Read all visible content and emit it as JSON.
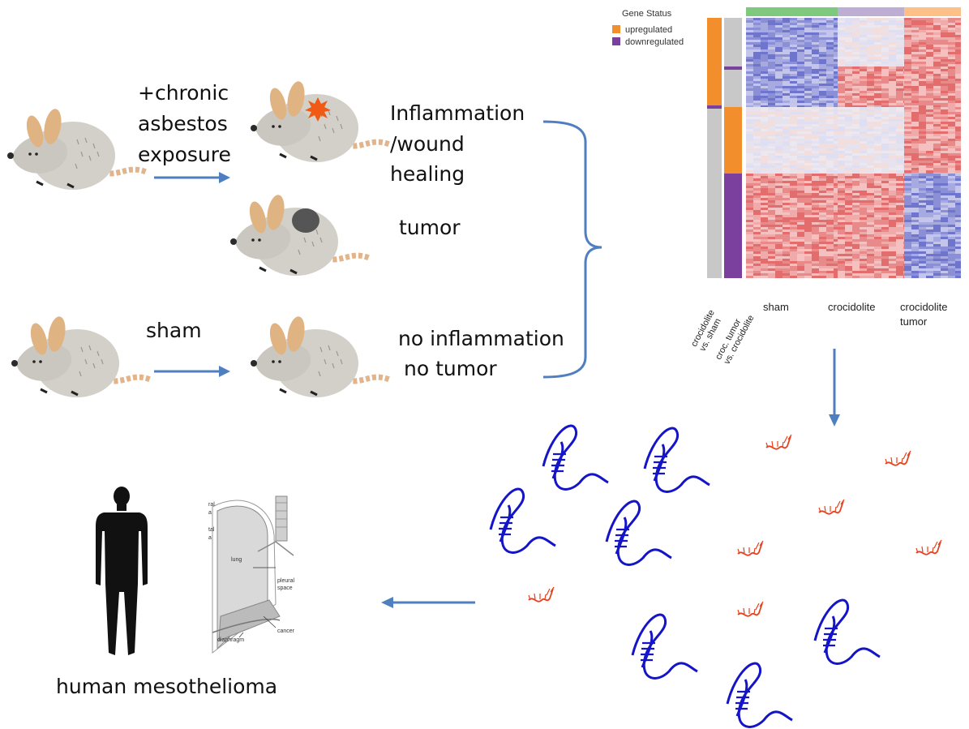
{
  "mouse_labels": {
    "exposure_line1": "+chronic",
    "exposure_line2": "asbestos",
    "exposure_line3": "exposure",
    "sham": "sham"
  },
  "outcomes": {
    "inflammation_line1": "Inflammation",
    "inflammation_line2": "/wound",
    "inflammation_line3": "healing",
    "tumor": "tumor",
    "none_line1": "no inflammation",
    "none_line2": "no tumor"
  },
  "heatmap": {
    "legend_title": "Gene Status",
    "legend_items": [
      {
        "label": "upregulated",
        "color": "#f28e2b"
      },
      {
        "label": "downregulated",
        "color": "#7b3f9e"
      }
    ],
    "column_groups": [
      {
        "label": "sham",
        "color": "#7fc97f"
      },
      {
        "label": "crocidolite",
        "color": "#beaed4"
      },
      {
        "label_line1": "crocidolite",
        "label_line2": "tumor",
        "color": "#fdc086"
      }
    ],
    "row_annotations": [
      {
        "line1": "crocidolite",
        "line2": "vs. sham"
      },
      {
        "line1": "croc. tumor",
        "line2": "vs. crocidolite"
      }
    ],
    "colors": {
      "up": "#e03a3a",
      "down": "#3a3fb0",
      "mid": "#f2eef2"
    }
  },
  "lung": {
    "labels": [
      "ral",
      "a",
      "tal",
      "a",
      "lung",
      "pleural",
      "space",
      "cancer",
      "diaphragm"
    ]
  },
  "bottom_label": "human mesothelioma",
  "molecule_colors": {
    "mrna": "#1414c8",
    "mirna": "#e8401c"
  }
}
